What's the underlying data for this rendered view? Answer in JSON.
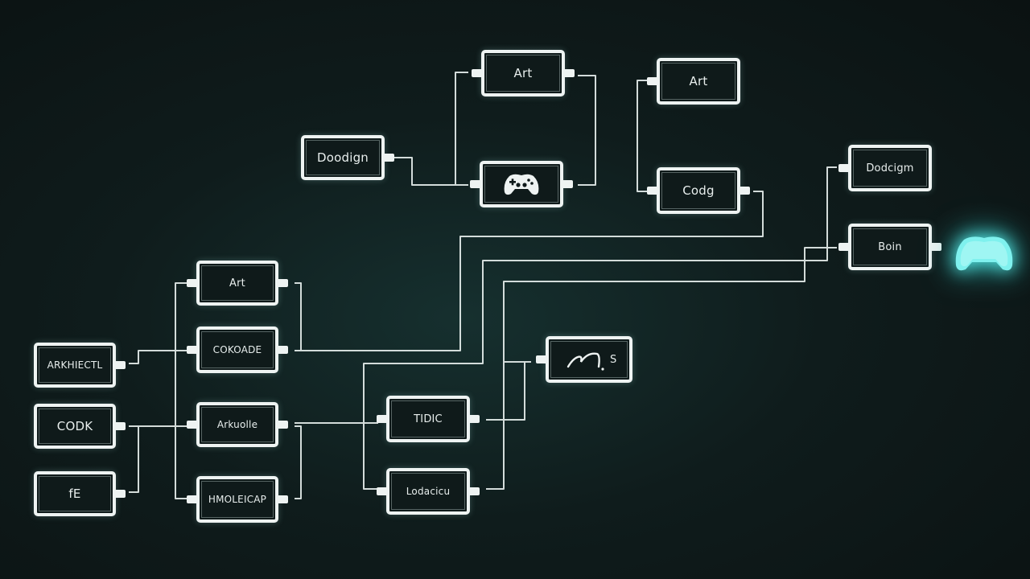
{
  "nodes": [
    {
      "id": "art-top",
      "label": "Art"
    },
    {
      "id": "gamepad-node",
      "label": ""
    },
    {
      "id": "design-left",
      "label": "Doodign"
    },
    {
      "id": "art-right",
      "label": "Art"
    },
    {
      "id": "code-right",
      "label": "Codg"
    },
    {
      "id": "design-right",
      "label": "Dodcigm"
    },
    {
      "id": "boin",
      "label": "Boin"
    },
    {
      "id": "art-mid",
      "label": "Art"
    },
    {
      "id": "cokoade",
      "label": "COKOADE"
    },
    {
      "id": "architect",
      "label": "ARKHIECTL"
    },
    {
      "id": "code-left",
      "label": "CODK"
    },
    {
      "id": "fe",
      "label": "fE"
    },
    {
      "id": "arkuolle",
      "label": "Arkuolle"
    },
    {
      "id": "hmoleicap",
      "label": "HMOLEICAP"
    },
    {
      "id": "tidc",
      "label": "TIDIC"
    },
    {
      "id": "lodacicu",
      "label": "Lodacicu"
    },
    {
      "id": "squiggle",
      "label": "S"
    }
  ],
  "icons": {
    "gamepad": "gamepad-icon",
    "glowing_gamepad": "glowing-gamepad-icon",
    "squiggle": "squiggle-icon"
  },
  "colors": {
    "background": "#0f1c1c",
    "node_border": "#eef3f2",
    "wire": "#e4ecea",
    "glow": "#56e3e0"
  }
}
